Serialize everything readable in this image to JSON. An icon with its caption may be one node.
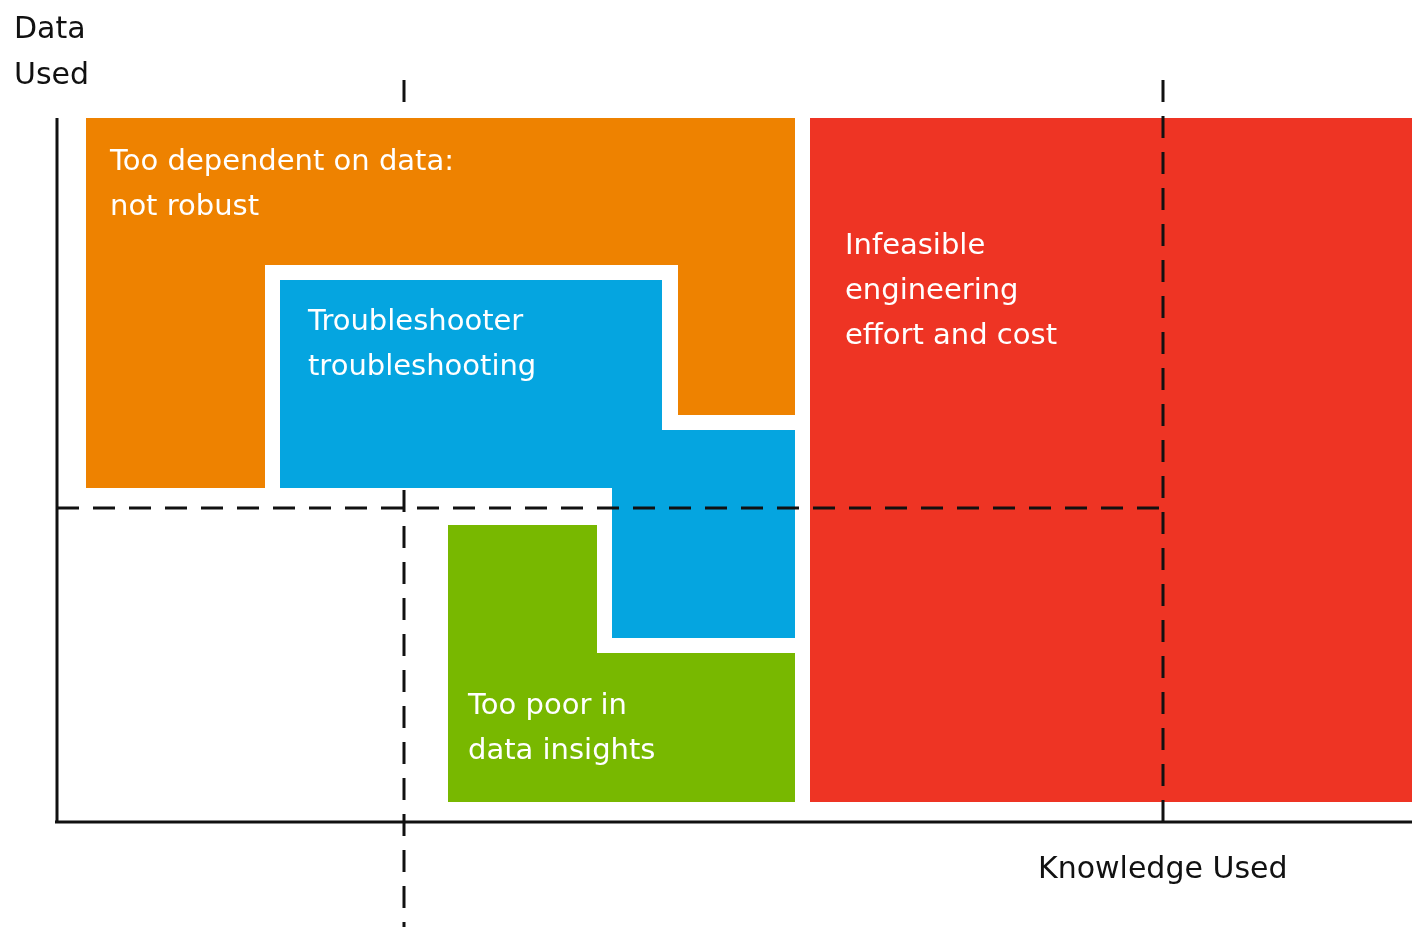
{
  "diagram": {
    "nodes": [
      {
        "text": [
          "Too dependent on data: not robust"
        ]
      },
      {
        "text": [
          "Troubleshooter troubleshooting"
        ]
      },
      {
        "text": [
          "Too poor in data insights"
        ]
      },
      {
        "text": [
          "Infeasible engineering effort and cost"
        ]
      }
    ],
    "labels": [
      "Data Used",
      "Knowledge Used"
    ]
  }
}
